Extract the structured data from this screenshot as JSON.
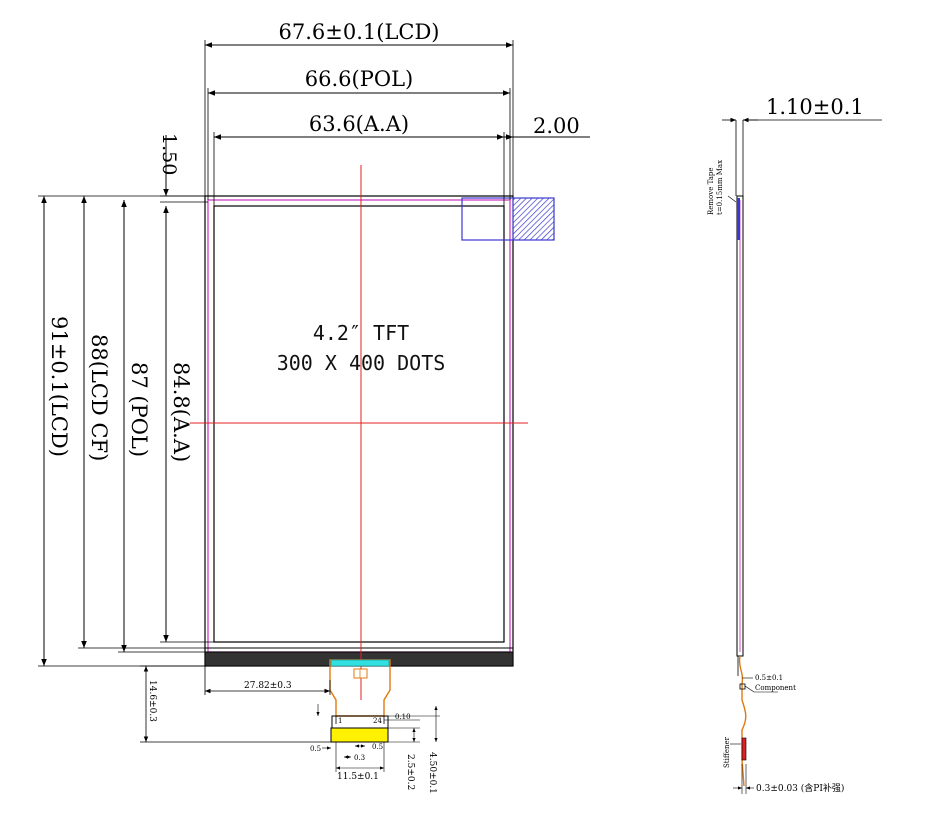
{
  "front_view": {
    "dim_lcd_width": "67.6±0.1(LCD)",
    "dim_pol_width": "66.6(POL)",
    "dim_aa_width": "63.6(A.A)",
    "dim_offset_right": "2.00",
    "dim_offset_top": "1.50",
    "dim_lcd_height": "91±0.1(LCD)",
    "dim_lcd_cf_height": "88(LCD CF)",
    "dim_pol_height": "87 (POL)",
    "dim_aa_height": "84.8(A.A)",
    "panel_size": "4.2″ TFT",
    "panel_resolution": "300 X 400 DOTS"
  },
  "fpc_detail": {
    "dim_fpc_offset": "27.82±0.3",
    "dim_fpc_length": "14.6±0.3",
    "pin_first": "1",
    "pin_last": "24",
    "dim_pin_width": "0.5",
    "dim_pin_pitch": "0.3",
    "dim_stiffener_left": "0.5",
    "dim_stiffener_right": "0.5",
    "dim_pins_span": "11.5±0.1",
    "dim_stiffener_height": "2.5±0.2",
    "dim_tail_height": "4.50±0.1",
    "dim_pin_edge": "0.10"
  },
  "side_view": {
    "dim_thickness": "1.10±0.1",
    "note_tape_line1": "Remove Tape",
    "note_tape_line2": "t=0.15mm Max",
    "dim_component_gap": "0.5±0.1",
    "note_component": "Component",
    "note_stiffener": "Stiffener",
    "dim_fpc_thickness": "0.3±0.03 (含PI补强)"
  },
  "colors": {
    "pink_outline": "#d050c8",
    "red_centerline": "#e02020",
    "blue_tape": "#3a3ad0",
    "yellow_stiffener": "#fff200",
    "orange_fpc": "#e07a10",
    "cyan_pad": "#30e0e0"
  }
}
